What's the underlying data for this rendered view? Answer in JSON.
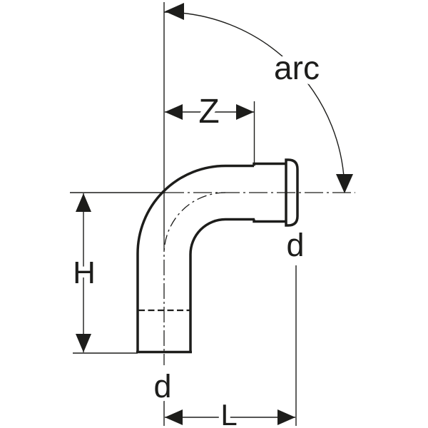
{
  "drawing": {
    "labels": {
      "arc": "arc",
      "z": "Z",
      "h": "H",
      "l": "L",
      "d_socket": "d",
      "d_plain_end": "d"
    },
    "colors": {
      "line": "#1d1d1b",
      "background": "#ffffff"
    }
  }
}
